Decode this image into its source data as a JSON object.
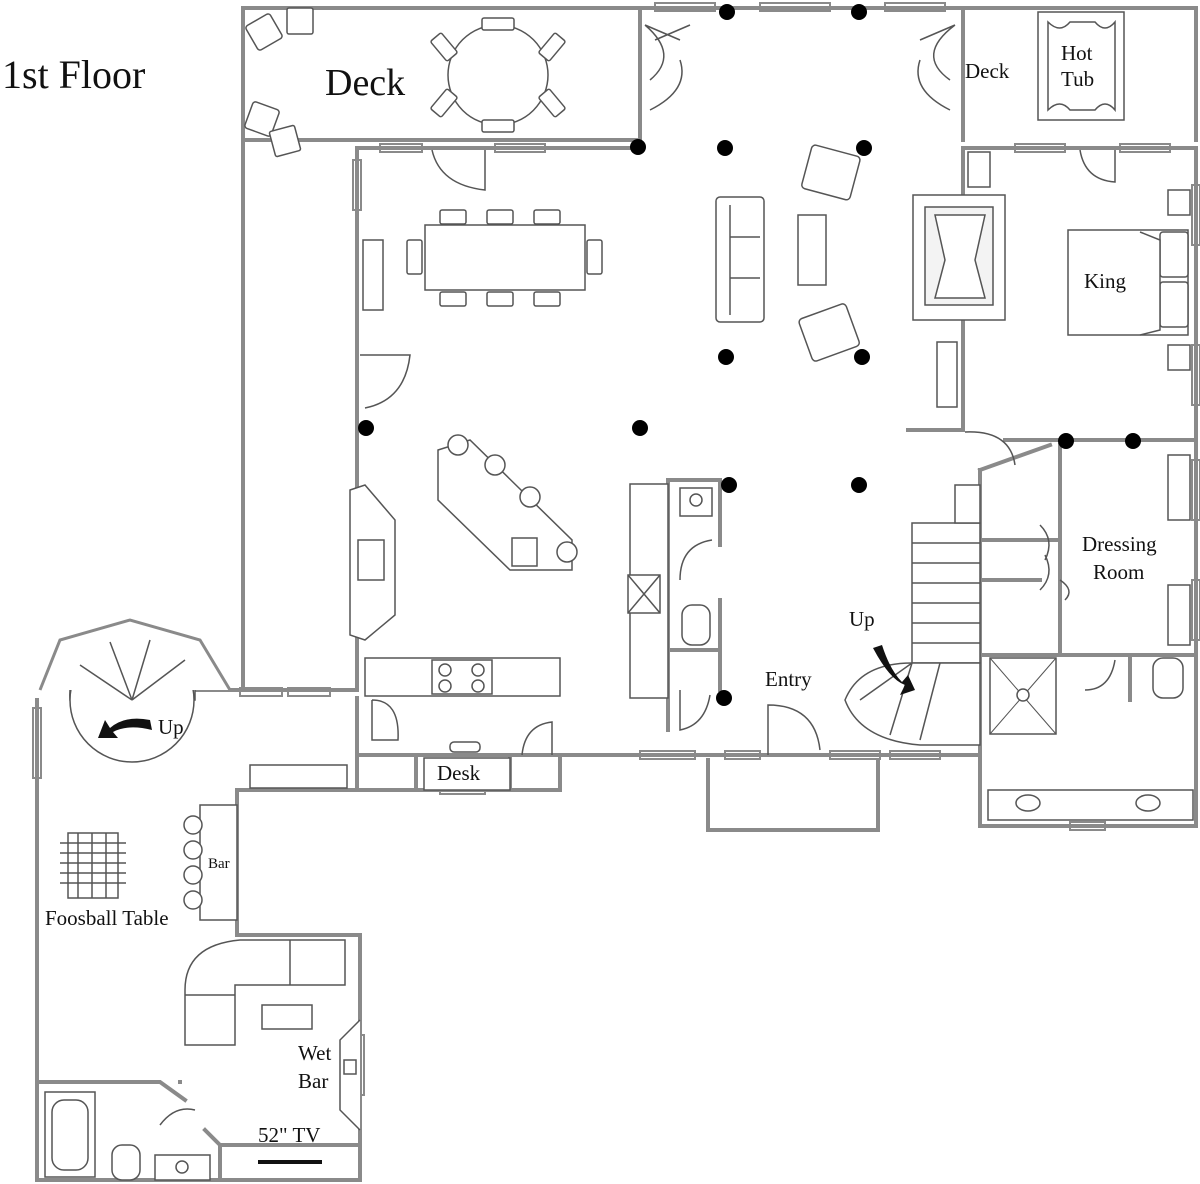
{
  "title": "1st Floor",
  "labels": {
    "deck_main": "Deck",
    "deck_side": "Deck",
    "hot_tub_1": "Hot",
    "hot_tub_2": "Tub",
    "king": "King",
    "dressing_1": "Dressing",
    "dressing_2": "Room",
    "up_stairs": "Up",
    "up_spiral": "Up",
    "entry": "Entry",
    "desk": "Desk",
    "bar": "Bar",
    "foosball": "Foosball Table",
    "wet_bar_1": "Wet",
    "wet_bar_2": "Bar",
    "tv": "52\" TV"
  },
  "colors": {
    "wall": "#8a8a8a",
    "fixture": "#555555",
    "column": "#000000",
    "text": "#111111"
  }
}
